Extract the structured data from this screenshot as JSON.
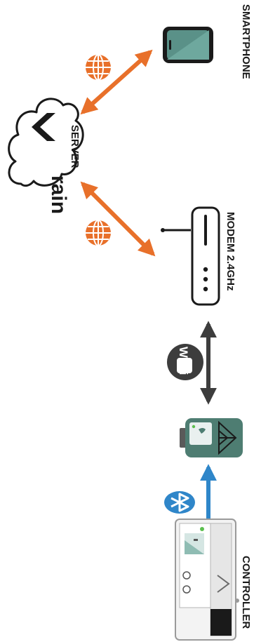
{
  "labels": {
    "server": "SERVER",
    "smartphone": "SMARTPHONE",
    "modem": "MODEM 2.4GHz",
    "controller": "CONTROLLER",
    "wifi_badge": "Wi Fi",
    "logo_text": "rain"
  },
  "colors": {
    "internet": "#e8702a",
    "wifi": "#3d3d3d",
    "bluetooth": "#2f86c9",
    "phone_screen": "#5a9188",
    "bridge_body": "#4e7d72"
  },
  "icons": {
    "internet": "globe-icon",
    "wifi": "wifi-icon",
    "bluetooth": "bluetooth-icon"
  }
}
